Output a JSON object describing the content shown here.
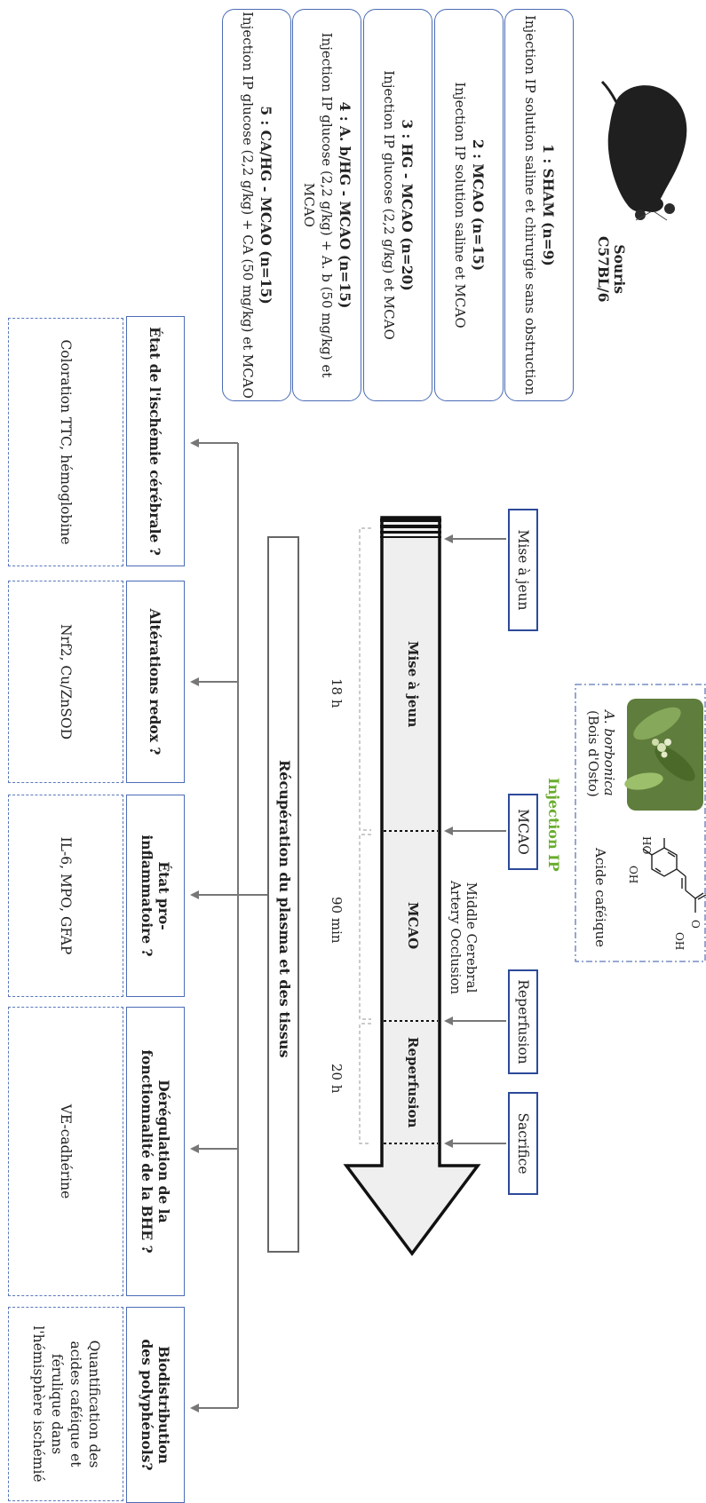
{
  "mouse": {
    "label_line1": "Souris",
    "label_line2": "C57BL/6"
  },
  "groups": [
    {
      "title": "1 : SHAM (n=9)",
      "desc": "Injection IP solution saline et chirurgie sans obstruction"
    },
    {
      "title": "2 : MCAO (n=15)",
      "desc": "Injection IP solution saline et MCAO"
    },
    {
      "title": "3 : HG - MCAO (n=20)",
      "desc": "Injection IP glucose (2,2 g/kg) et MCAO"
    },
    {
      "title": "4 : A. b/HG - MCAO (n=15)",
      "desc": "Injection IP glucose (2,2 g/kg) + A. b (50 mg/kg) et MCAO"
    },
    {
      "title": "5 : CA/HG - MCAO (n=15)",
      "desc": "Injection IP glucose (2,2 g/kg) + CA (50 mg/kg) et MCAO"
    }
  ],
  "injection": {
    "title": "Injection IP",
    "plant_name": "A. borbonica",
    "plant_common": "(Bois d'Osto)",
    "compound_name": "Acide caféique",
    "mol_labels": {
      "ho": "HO",
      "oh1": "OH",
      "o": "O",
      "oh2": "OH"
    }
  },
  "timeline": {
    "steps": [
      "Mise à jeun",
      "MCAO",
      "Reperfusion",
      "Sacrifice"
    ],
    "phases": [
      "Mise à jeun",
      "MCAO",
      "Reperfusion"
    ],
    "durations": [
      "18 h",
      "90 min",
      "20 h"
    ],
    "mcao_note_line1": "Middle Cerebral",
    "mcao_note_line2": "Artery Occlusion"
  },
  "collection": {
    "label": "Récupération du plasma et des tissus"
  },
  "analyses": [
    {
      "question": "État de l'ischémie cérébrale ?",
      "methods": "Coloration TTC, hémoglobine"
    },
    {
      "question": "Altérations redox ?",
      "methods": "Nrf2, Cu/ZnSOD"
    },
    {
      "question": "État pro-inflammatoire ?",
      "methods": "IL-6, MPO, GFAP"
    },
    {
      "question": "Dérégulation de la fonctionnalité de la BHE ?",
      "methods": "VE-cadhérine"
    },
    {
      "question": "Biodistribution des polyphénols?",
      "methods": "Quantification des acides caféique et férulique dans l'hémisphère ischémié"
    }
  ],
  "colors": {
    "box_border": "#4a6bb5",
    "step_border": "#2d4a9a",
    "accent_green": "#6aad2e",
    "arrow_fill": "#efefef",
    "line": "#777777"
  }
}
